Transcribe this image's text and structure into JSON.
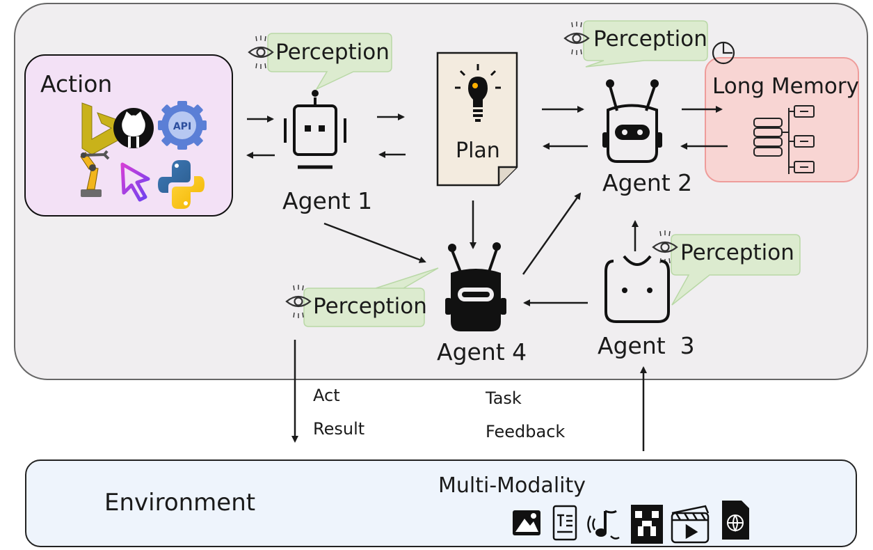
{
  "action": {
    "title": "Action"
  },
  "plan": {
    "label": "Plan"
  },
  "memory": {
    "title": "Long Memory"
  },
  "perception_label": "Perception",
  "agents": {
    "agent1": "Agent 1",
    "agent2": "Agent 2",
    "agent3": "Agent  3",
    "agent4": "Agent 4"
  },
  "flows": {
    "act_line1": "Act",
    "act_line2": "Result",
    "task_line1": "Task",
    "task_line2": "Feedback"
  },
  "environment": {
    "title": "Environment",
    "modality_title": "Multi-Modality",
    "modality_icons": [
      "image-icon",
      "text-document-icon",
      "audio-note-icon",
      "game-sprite-icon",
      "video-clip-icon",
      "web-file-icon"
    ]
  },
  "colors": {
    "panel_bg": "#f0eef0",
    "action_bg": "#f3e1f6",
    "memory_bg": "#f8d5d3",
    "perception_bubble": "#dcebcf",
    "environment_bg": "#eef4fc"
  }
}
